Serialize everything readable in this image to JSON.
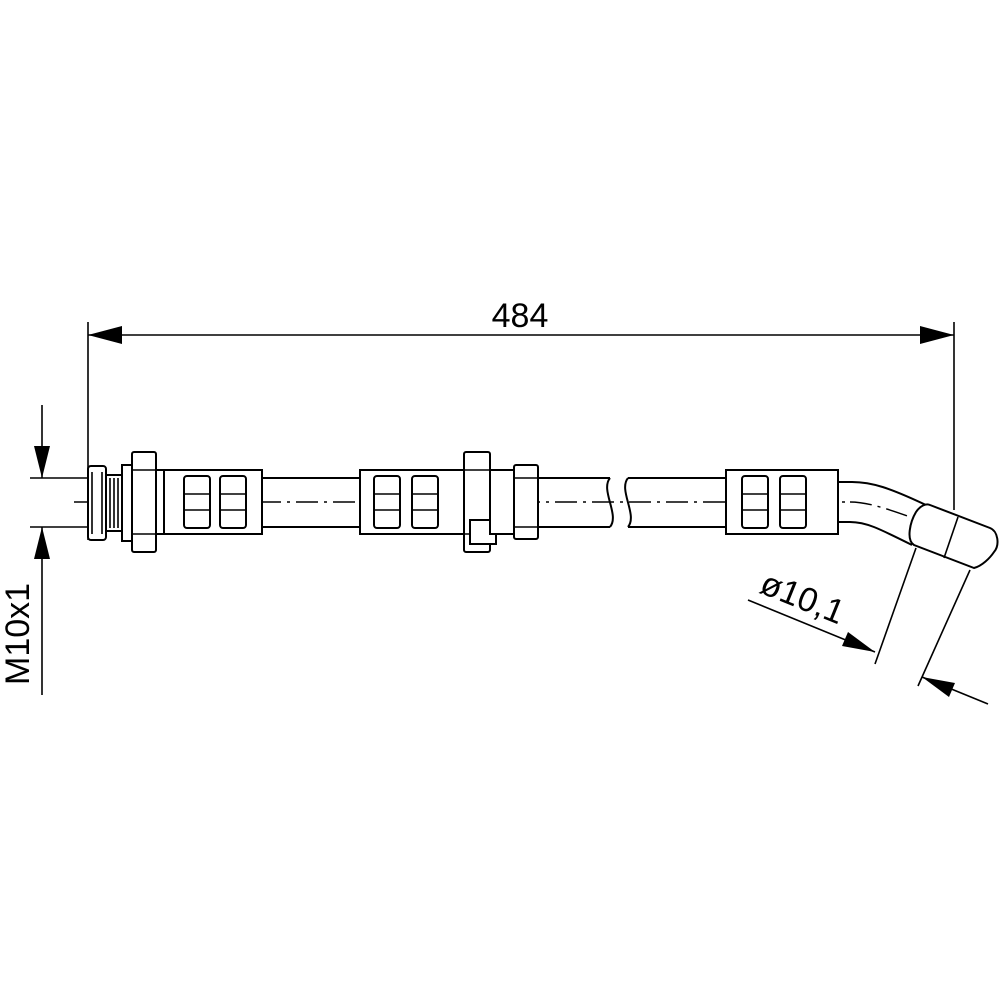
{
  "drawing": {
    "length_label": "484",
    "thread_label": "M10x1",
    "diameter_label": "ø10,1"
  },
  "colors": {
    "line": "#000000",
    "background": "#ffffff"
  }
}
